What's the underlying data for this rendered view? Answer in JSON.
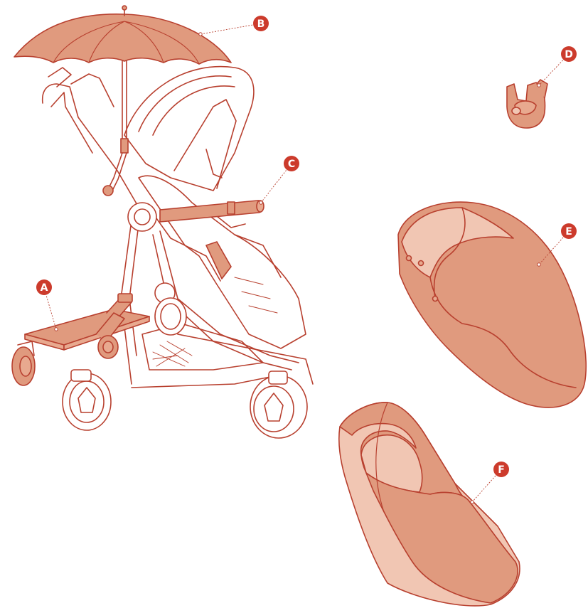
{
  "colors": {
    "line": "#b8402f",
    "fill": "#e09a7e",
    "fill_light": "#f1c6b3",
    "fill_mid": "#e8a98f",
    "badge": "#cc3b2c",
    "badge_text": "#ffffff"
  },
  "callouts": {
    "a": "A",
    "b": "B",
    "c": "C",
    "d": "D",
    "e": "E",
    "f": "F"
  }
}
